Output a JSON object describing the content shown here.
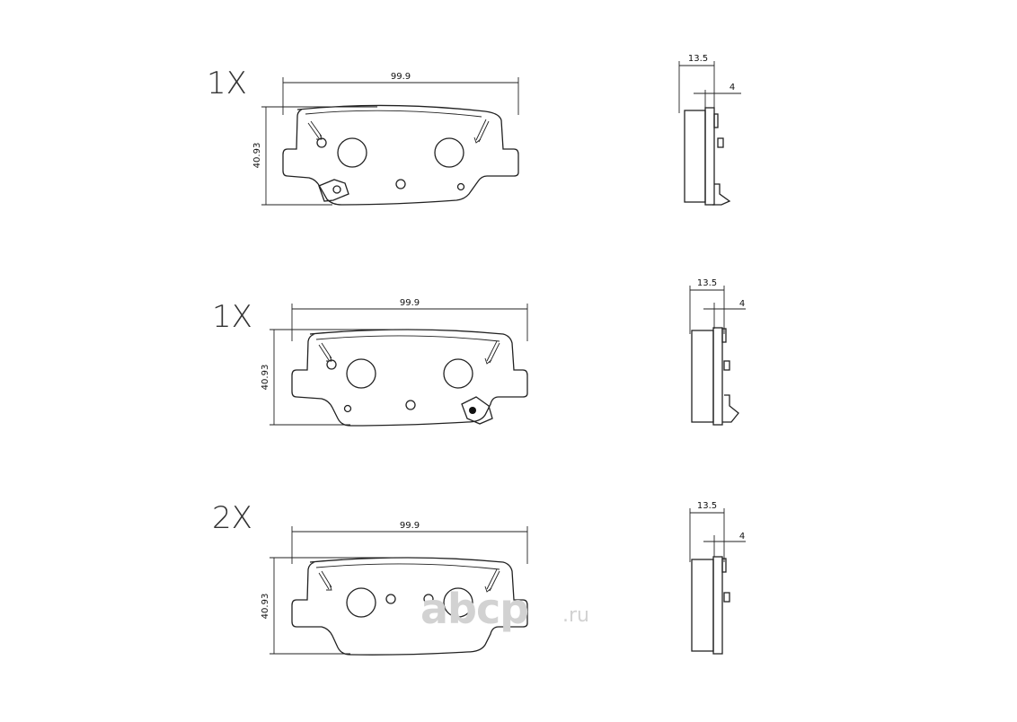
{
  "pads": [
    {
      "quantity": "1X",
      "length": "99.9",
      "height": "40.93",
      "thickness": "13.5",
      "plate": "4",
      "sensor": "left"
    },
    {
      "quantity": "1X",
      "length": "99.9",
      "height": "40.93",
      "thickness": "13.5",
      "plate": "4",
      "sensor": "right"
    },
    {
      "quantity": "2X",
      "length": "99.9",
      "height": "40.93",
      "thickness": "13.5",
      "plate": "4",
      "sensor": "none"
    }
  ],
  "watermark": {
    "brand": "abcp",
    "tld": ".ru",
    "color": "#d2d2d2"
  }
}
